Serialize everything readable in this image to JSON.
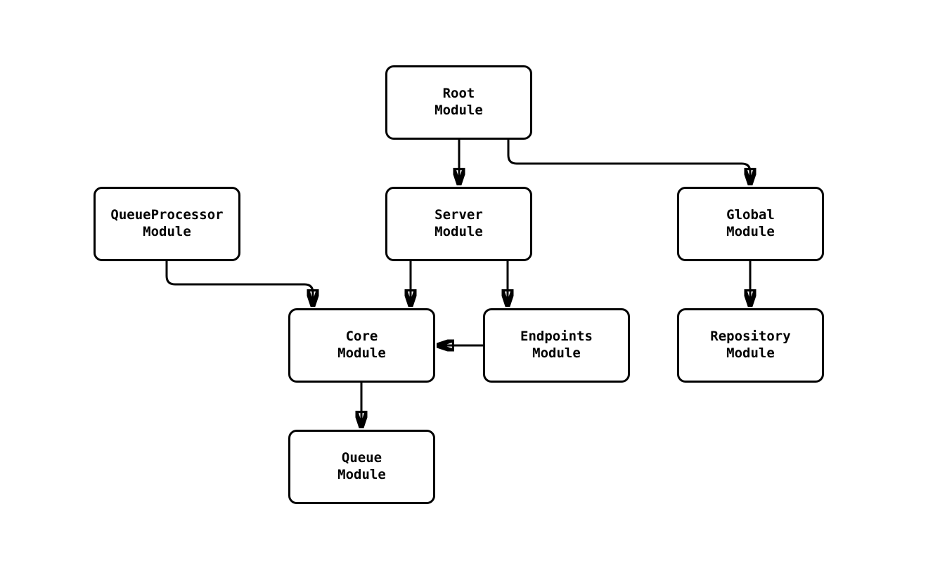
{
  "diagram": {
    "type": "flowchart",
    "orientation": "top-down",
    "colors": {
      "node_fill": "#ffffff",
      "node_stroke": "#000000",
      "edge_stroke": "#000000",
      "background": "#ffffff",
      "text": "#000000"
    },
    "nodes": [
      {
        "id": "root",
        "label": "Root\nModule"
      },
      {
        "id": "server",
        "label": "Server\nModule"
      },
      {
        "id": "global",
        "label": "Global\nModule"
      },
      {
        "id": "queueProcessor",
        "label": "QueueProcessor\nModule"
      },
      {
        "id": "core",
        "label": "Core\nModule"
      },
      {
        "id": "endpoints",
        "label": "Endpoints\nModule"
      },
      {
        "id": "repository",
        "label": "Repository\nModule"
      },
      {
        "id": "queue",
        "label": "Queue\nModule"
      }
    ],
    "edges": [
      {
        "from": "root",
        "to": "server",
        "style": "solid-arrow"
      },
      {
        "from": "root",
        "to": "global",
        "style": "solid-arrow"
      },
      {
        "from": "queueProcessor",
        "to": "core",
        "style": "solid-arrow"
      },
      {
        "from": "server",
        "to": "core",
        "style": "solid-arrow"
      },
      {
        "from": "server",
        "to": "endpoints",
        "style": "solid-arrow"
      },
      {
        "from": "endpoints",
        "to": "core",
        "style": "solid-arrow"
      },
      {
        "from": "global",
        "to": "repository",
        "style": "solid-arrow"
      },
      {
        "from": "core",
        "to": "queue",
        "style": "solid-arrow"
      }
    ]
  }
}
